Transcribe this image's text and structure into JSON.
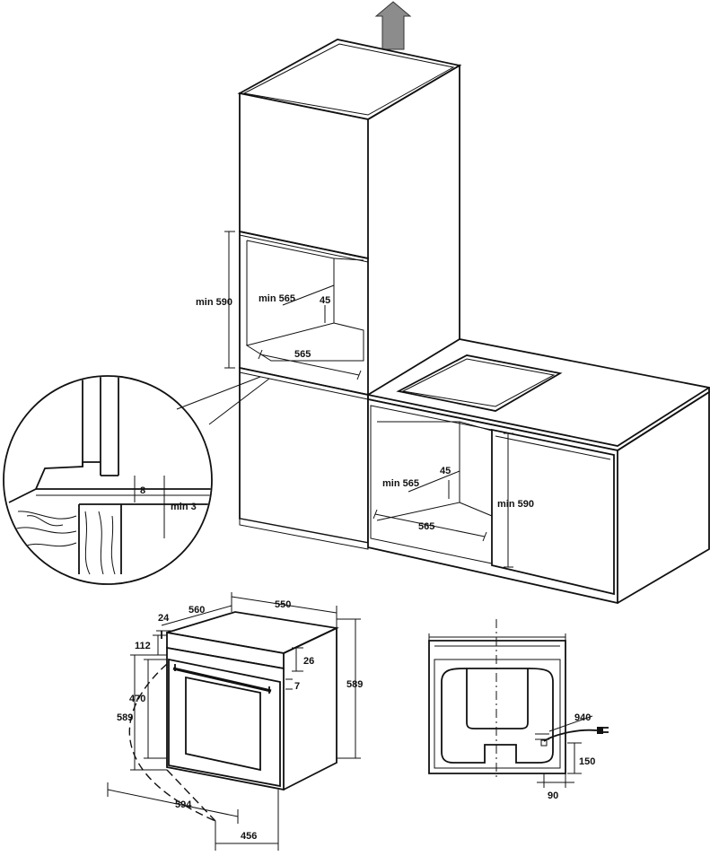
{
  "diagram": {
    "column_unit": {
      "niche_height": "min 590",
      "niche_depth": "min 565",
      "vent_gap": "45",
      "niche_width": "565"
    },
    "under_counter_unit": {
      "niche_depth": "min 565",
      "vent_gap": "45",
      "niche_width": "565",
      "niche_height": "min 590"
    },
    "detail_callout": {
      "gap": "8",
      "min_gap": "min 3"
    },
    "oven": {
      "depth_total": "560",
      "width_top": "550",
      "front_offset": "24",
      "panel_height": "112",
      "panel_depth": "26",
      "door_thickness": "7",
      "door_height": "470",
      "height_total": "589",
      "height_right": "589",
      "width_front": "594",
      "door_swing": "456"
    },
    "rear_view": {
      "cable_length": "940",
      "socket_height": "150",
      "socket_offset": "90"
    }
  },
  "colors": {
    "line": "#111111",
    "arrow_fill": "#8c8c8c",
    "background": "#ffffff"
  }
}
